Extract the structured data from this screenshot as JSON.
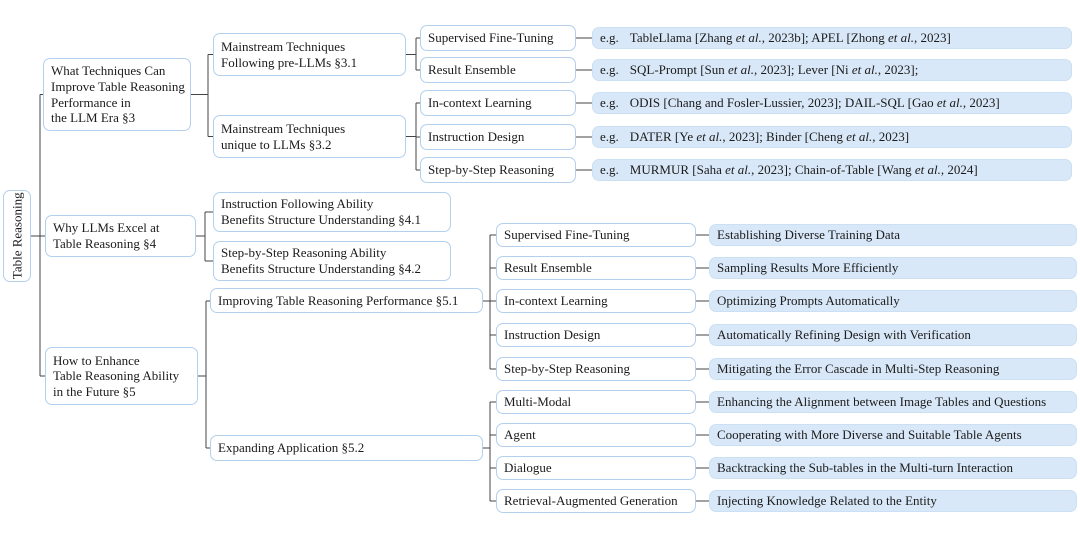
{
  "figure": {
    "root_label": "Table Reasoning",
    "sections": [
      {
        "label": "What Techniques Can\nImprove Table Reasoning\nPerformance in\nthe LLM Era §3"
      },
      {
        "label": "Why LLMs Excel at\nTable Reasoning §4"
      },
      {
        "label": "How to Enhance\nTable Reasoning Ability\nin the Future §5"
      }
    ],
    "subsections": [
      {
        "label": "Mainstream Techniques\nFollowing pre-LLMs §3.1"
      },
      {
        "label": "Mainstream Techniques\nunique to LLMs §3.2"
      },
      {
        "label": "Instruction Following Ability\nBenefits Structure Understanding §4.1"
      },
      {
        "label": "Step-by-Step Reasoning Ability\nBenefits Structure Understanding §4.2"
      },
      {
        "label": "Improving Table Reasoning Performance §5.1"
      },
      {
        "label": "Expanding Application §5.2"
      }
    ],
    "technique_examples": [
      {
        "technique": "Supervised Fine-Tuning",
        "prefix": "e.g.",
        "examples": "TableLlama [Zhang et al., 2023b]; APEL [Zhong et al., 2023]"
      },
      {
        "technique": "Result Ensemble",
        "prefix": "e.g.",
        "examples": "SQL-Prompt [Sun et al., 2023]; Lever [Ni et al., 2023];"
      },
      {
        "technique": "In-context Learning",
        "prefix": "e.g.",
        "examples": "ODIS [Chang and Fosler-Lussier, 2023]; DAIL-SQL [Gao et al., 2023]"
      },
      {
        "technique": "Instruction Design",
        "prefix": "e.g.",
        "examples": "DATER [Ye et al., 2023]; Binder [Cheng et al., 2023]"
      },
      {
        "technique": "Step-by-Step Reasoning",
        "prefix": "e.g.",
        "examples": "MURMUR [Saha et al., 2023]; Chain-of-Table [Wang et al., 2024]"
      }
    ],
    "future_directions": [
      {
        "topic": "Supervised Fine-Tuning",
        "direction": "Establishing Diverse Training Data"
      },
      {
        "topic": "Result Ensemble",
        "direction": "Sampling Results More Efficiently"
      },
      {
        "topic": "In-context Learning",
        "direction": "Optimizing Prompts Automatically"
      },
      {
        "topic": "Instruction Design",
        "direction": "Automatically Refining Design with Verification"
      },
      {
        "topic": "Step-by-Step Reasoning",
        "direction": "Mitigating the Error Cascade in Multi-Step Reasoning"
      },
      {
        "topic": "Multi-Modal",
        "direction": "Enhancing the Alignment between Image Tables and Questions"
      },
      {
        "topic": "Agent",
        "direction": "Cooperating with More Diverse and Suitable Table Agents"
      },
      {
        "topic": "Dialogue",
        "direction": "Backtracking the Sub-tables in the Multi-turn Interaction"
      },
      {
        "topic": "Retrieval-Augmented Generation",
        "direction": "Injecting Knowledge Related to the Entity"
      }
    ],
    "colors": {
      "leaf_fill": "#d9e8f8",
      "box_border": "#b3d0ee",
      "connector": "#444444",
      "text": "#1b1b1b"
    }
  }
}
